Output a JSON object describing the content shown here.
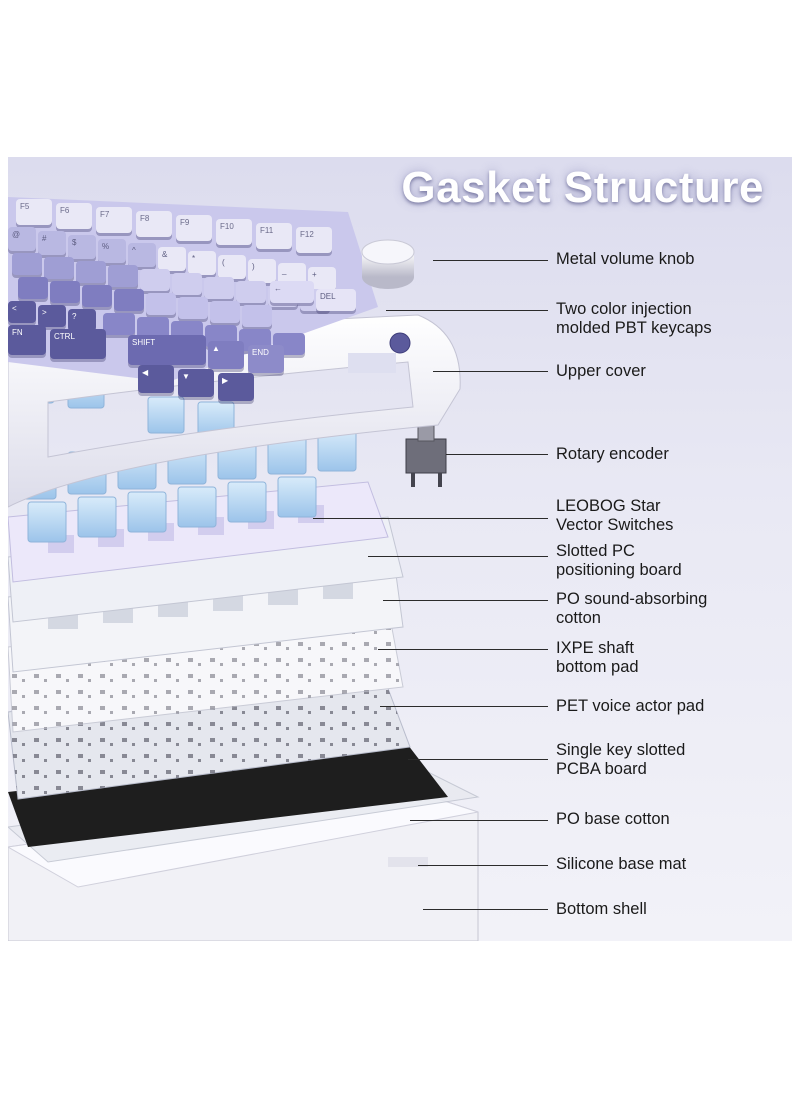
{
  "title": "Gasket Structure",
  "components": [
    {
      "id": "knob",
      "lines": [
        "Metal volume knob"
      ]
    },
    {
      "id": "keycaps",
      "lines": [
        "Two color injection",
        "molded PBT keycaps"
      ]
    },
    {
      "id": "upper-cover",
      "lines": [
        "Upper cover"
      ]
    },
    {
      "id": "rotary-encoder",
      "lines": [
        "Rotary encoder"
      ]
    },
    {
      "id": "switches",
      "lines": [
        "LEOBOG Star",
        "Vector Switches"
      ]
    },
    {
      "id": "pc-board",
      "lines": [
        "Slotted PC",
        "positioning board"
      ]
    },
    {
      "id": "po-cotton",
      "lines": [
        "PO sound-absorbing",
        "cotton"
      ]
    },
    {
      "id": "ixpe-pad",
      "lines": [
        "IXPE shaft",
        "bottom pad"
      ]
    },
    {
      "id": "pet-pad",
      "lines": [
        "PET voice actor pad"
      ]
    },
    {
      "id": "pcba",
      "lines": [
        "Single key slotted",
        "PCBA board"
      ]
    },
    {
      "id": "po-base-cotton",
      "lines": [
        "PO base cotton"
      ]
    },
    {
      "id": "silicone-mat",
      "lines": [
        "Silicone base mat"
      ]
    },
    {
      "id": "bottom-shell",
      "lines": [
        "Bottom shell"
      ]
    }
  ],
  "keycaps": {
    "row1": [
      "F5",
      "F6",
      "F7",
      "F8",
      "F9",
      "F10",
      "F11",
      "F12"
    ],
    "row2": [
      "@",
      "#",
      "$",
      "%",
      "^",
      "&",
      "*",
      "(",
      ")",
      "_",
      "+"
    ],
    "row4_right": "←",
    "row4_del": "DEL",
    "row5": [
      "<",
      ">",
      "?"
    ],
    "row6": [
      "FN",
      "CTRL",
      "SHIFT",
      "▲",
      "END",
      "◀",
      "▼",
      "▶"
    ]
  },
  "colors": {
    "keycap_dark": "#5b5a9c",
    "keycap_mid": "#9f9ed4",
    "keycap_light": "#e9e8f6",
    "switch_blue": "#b6d6f2",
    "pcba_black": "#1e1e1e"
  }
}
